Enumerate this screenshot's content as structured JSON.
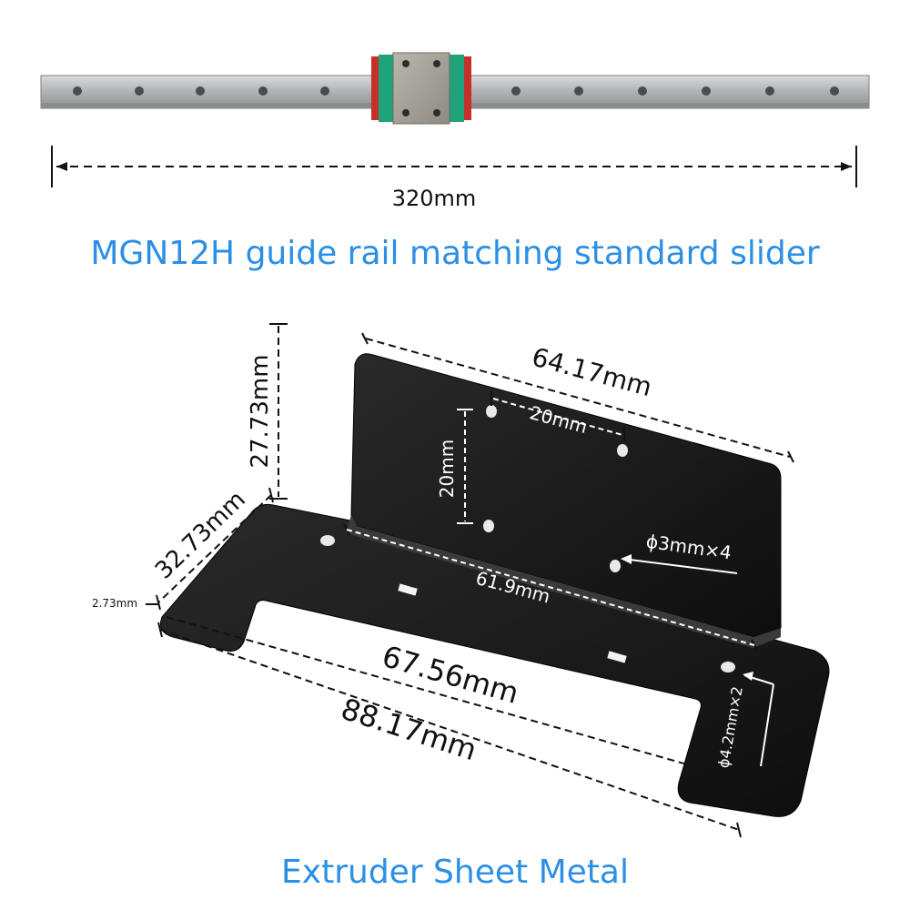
{
  "rail": {
    "length_label": "320mm",
    "caption": "MGN12H guide rail matching standard slider"
  },
  "bracket": {
    "caption": "Extruder Sheet Metal",
    "dims": {
      "top_width": "64.17mm",
      "hole_spacing_h": "20mm",
      "hole_spacing_v": "20mm",
      "height": "27.73mm",
      "depth": "32.73mm",
      "thickness": "2.73mm",
      "bend_length": "61.9mm",
      "inner_length": "67.56mm",
      "total_length": "88.17mm",
      "small_hole": "ϕ3mm×4",
      "large_hole": "ϕ4.2mm×2"
    }
  },
  "colors": {
    "caption": "#2b8fe6",
    "rail": "#b9bbbd",
    "slider_green": "#1fa37a",
    "slider_red": "#c4302b",
    "metal": "#151515"
  }
}
